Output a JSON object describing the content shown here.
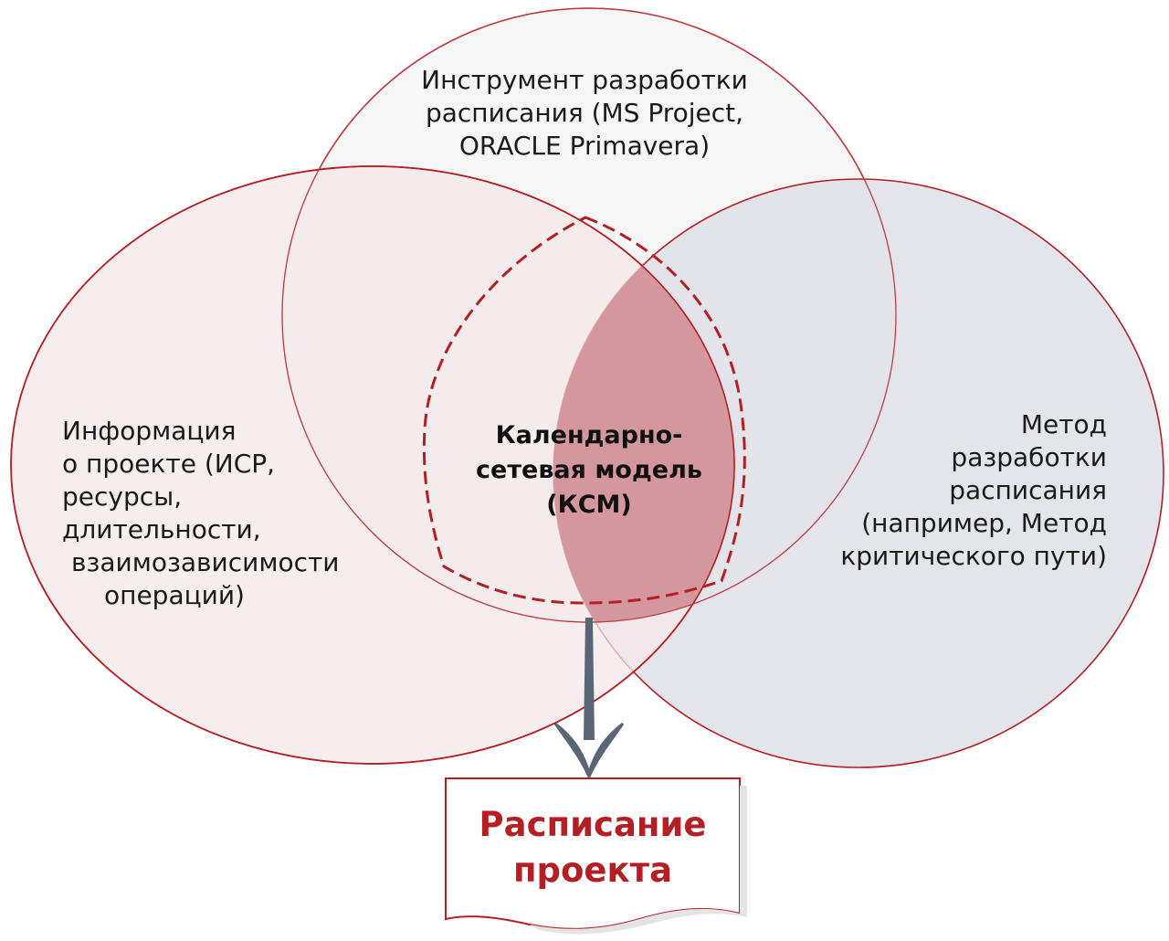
{
  "diagram": {
    "top_circle": {
      "lines": [
        "Инструмент разработки",
        "расписания (MS Project,",
        "ORACLE Primavera)"
      ]
    },
    "left_circle": {
      "lines": [
        "Информация",
        "о проекте (ИСР,",
        "ресурсы,",
        "длительности,",
        "взаимозависимости",
        "операций)"
      ]
    },
    "right_circle": {
      "lines": [
        "Метод",
        "разработки",
        "расписания",
        "(например, Метод",
        "критического пути)"
      ]
    },
    "intersection": {
      "lines": [
        "Календарно-",
        "сетевая модель",
        "(КСМ)"
      ]
    },
    "output_document": {
      "lines": [
        "Расписание",
        "проекта"
      ]
    },
    "colors": {
      "accent_red": "#b51f24",
      "intersection_fill": "#d4979d",
      "left_fill": "#f3e7e8",
      "right_fill": "#dfe1e8",
      "top_fill": "#f6f6f7",
      "arrow": "#5a6675"
    }
  }
}
